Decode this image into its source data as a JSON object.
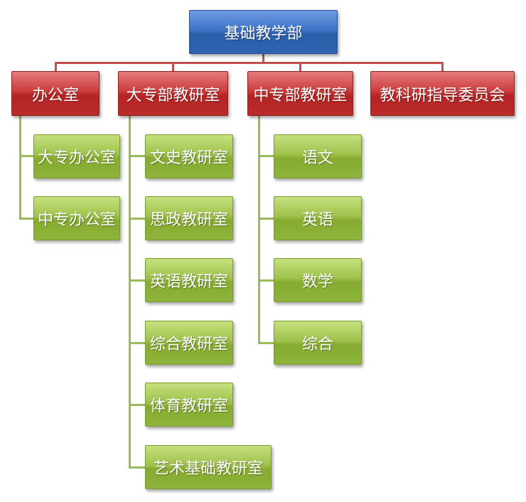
{
  "root": {
    "label": "基础教学部"
  },
  "departments": [
    {
      "label": "办公室",
      "children": [
        "大专办公室",
        "中专办公室"
      ]
    },
    {
      "label": "大专部教研室",
      "children": [
        "文史教研室",
        "思政教研室",
        "英语教研室",
        "综合教研室",
        "体育教研室",
        "艺术基础教研室"
      ]
    },
    {
      "label": "中专部教研室",
      "children": [
        "语文",
        "英语",
        "数学",
        "综合"
      ]
    },
    {
      "label": "教科研指导委员会",
      "children": []
    }
  ],
  "colors": {
    "root": "#3d74c9",
    "department": "#c0504d",
    "unit": "#9bbb59"
  }
}
